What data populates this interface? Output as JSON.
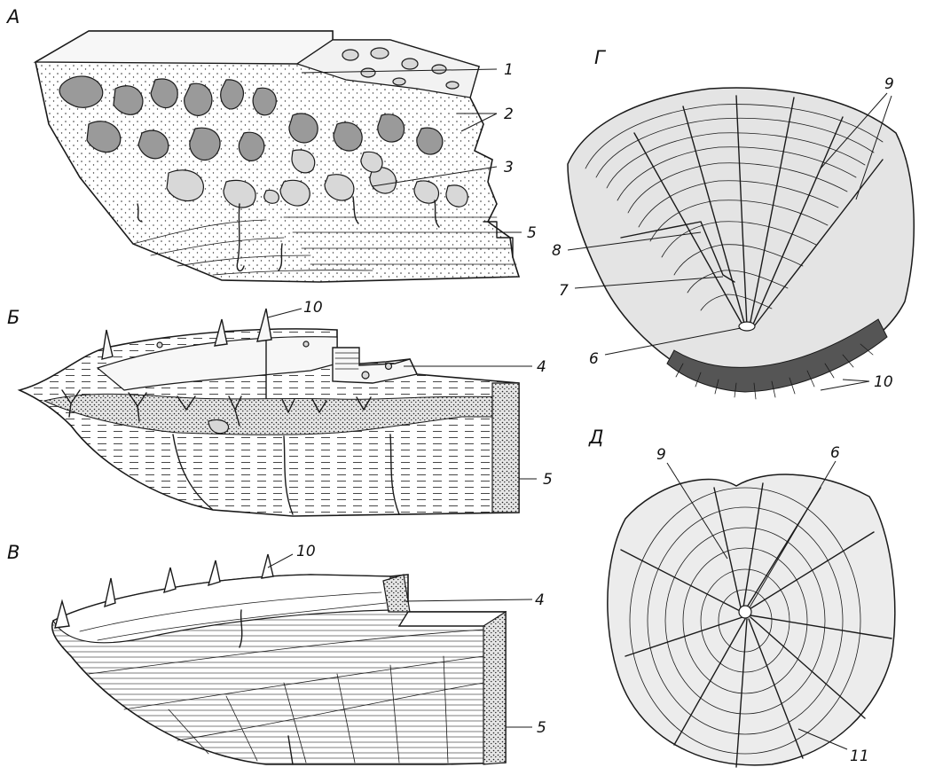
{
  "panels": {
    "a": {
      "letter": "А"
    },
    "b": {
      "letter": "Б"
    },
    "v": {
      "letter": "В"
    },
    "g": {
      "letter": "Г"
    },
    "d": {
      "letter": "Д"
    }
  },
  "callouts": {
    "a_1": "1",
    "a_2": "2",
    "a_3": "3",
    "a_5": "5",
    "b_10": "10",
    "b_4": "4",
    "b_5": "5",
    "v_10": "10",
    "v_4": "4",
    "v_5": "5",
    "g_9": "9",
    "g_8": "8",
    "g_7": "7",
    "g_6": "6",
    "g_10": "10",
    "d_9": "9",
    "d_6": "6",
    "d_11": "11"
  }
}
